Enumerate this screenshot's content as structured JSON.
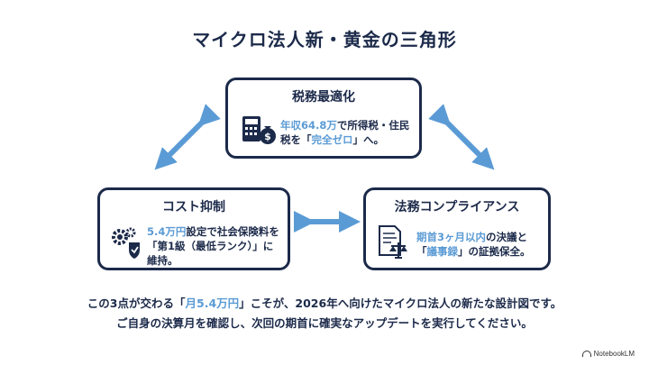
{
  "title": "マイクロ法人新・黄金の三角形",
  "top_box": {
    "title": "税務最適化",
    "line1_hl": "年収64.8万",
    "line1_rest": "で所得税・住民",
    "line2_pre": "税を「",
    "line2_hl": "完全ゼロ",
    "line2_post": "」へ。",
    "icon": "calculator-money-bag-icon"
  },
  "left_box": {
    "title": "コスト抑制",
    "line1_hl": "5.4万円",
    "line1_rest": "設定で社会保険料を",
    "line2": "「第1級（最低ランク）」に",
    "line3": "維持。",
    "icon": "gears-shield-icon"
  },
  "right_box": {
    "title": "法務コンプライアンス",
    "line1_hl": "期首3ヶ月以内",
    "line1_rest": "の決議と",
    "line2_pre": "「",
    "line2_hl": "議事録",
    "line2_post": "」の証拠保全。",
    "icon": "document-scale-icon"
  },
  "footer": {
    "line1_pre": "この3点が交わる「",
    "line1_hl": "月5.4万円",
    "line1_post": "」こそが、2026年へ向けたマイクロ法人の新たな設計図です。",
    "line2": "ご自身の決算月を確認し、次回の期首に確実なアップデートを実行してください。"
  },
  "brand": "NotebookLM",
  "colors": {
    "navy": "#1c2a4a",
    "accent": "#5b9bd5"
  }
}
